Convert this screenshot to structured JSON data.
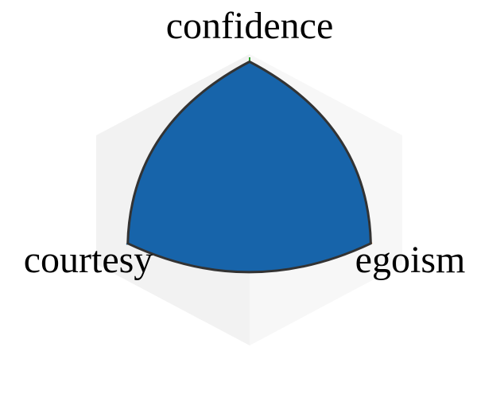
{
  "chart_data": {
    "type": "ternary",
    "title": "",
    "axes": [
      {
        "name": "confidence",
        "color": "#2ca02c"
      },
      {
        "name": "egoism",
        "color": "#ff7f0e"
      },
      {
        "name": "courtesy",
        "color": "#1f77b4"
      }
    ],
    "region": {
      "fill": "#1764aa",
      "edge": "#333333",
      "vertices": [
        {
          "confidence": 0.86,
          "egoism": 0.07,
          "courtesy": 0.07
        },
        {
          "confidence": 0.07,
          "egoism": 0.86,
          "courtesy": 0.07
        },
        {
          "confidence": 0.07,
          "egoism": 0.07,
          "courtesy": 0.86
        }
      ],
      "edge_curvature": "convex"
    },
    "background": {
      "shape": "hexagon",
      "colors": [
        "#f2f2f2",
        "#f7f7f7"
      ]
    }
  }
}
